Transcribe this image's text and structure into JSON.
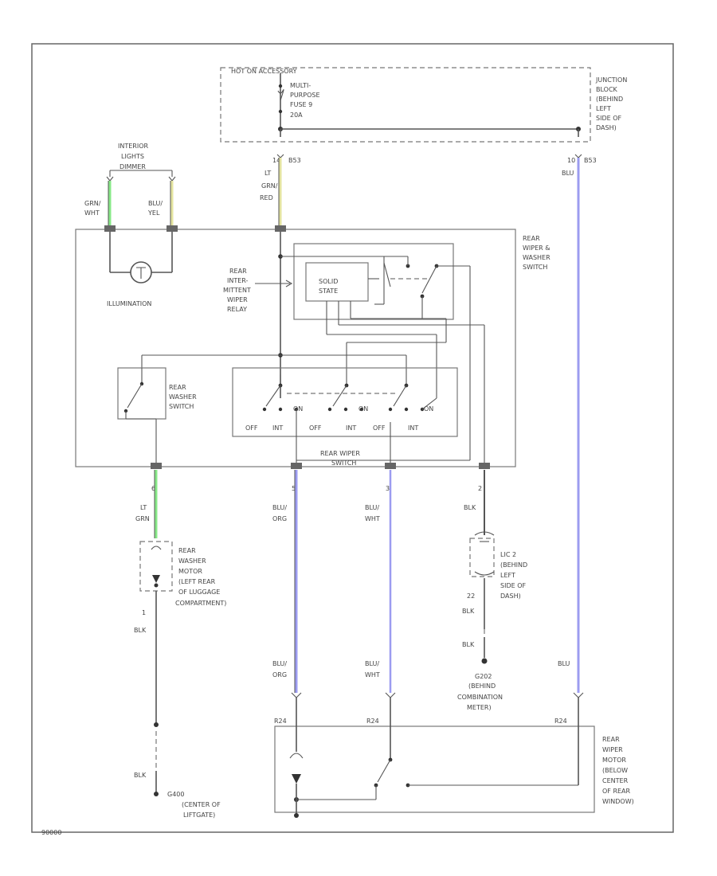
{
  "junction": {
    "header": "HOT ON ACCESSORY",
    "fuse": [
      "MULTI-",
      "PURPOSE",
      "FUSE 9",
      "20A"
    ],
    "name": [
      "JUNCTION",
      "BLOCK",
      "(BEHIND",
      "LEFT",
      "SIDE OF",
      "DASH)"
    ],
    "pin_left": "14",
    "pin_left_conn": "B53",
    "pin_right": "10",
    "pin_right_conn": "B53"
  },
  "interior_lights": {
    "name": [
      "INTERIOR",
      "LIGHTS",
      "DIMMER"
    ]
  },
  "wires": {
    "grn_wht": [
      "GRN/",
      "WHT"
    ],
    "blu_yel": [
      "BLU/",
      "YEL"
    ],
    "lt_grn_red": [
      "LT",
      "GRN/",
      "RED"
    ],
    "blu_right": "BLU",
    "lt_grn": [
      "LT",
      "GRN"
    ],
    "blu_org": [
      "BLU/",
      "ORG"
    ],
    "blu_wht": [
      "BLU/",
      "WHT"
    ],
    "blk": "BLK",
    "blk2": "BLK",
    "blk3": "BLK",
    "blk4": "BLK",
    "blk5": "BLK",
    "blu_org2": [
      "BLU/",
      "ORG"
    ],
    "blu_wht2": [
      "BLU/",
      "WHT"
    ],
    "blu_bottom": "BLU"
  },
  "switch_assy": {
    "name": [
      "REAR",
      "WIPER &",
      "WASHER",
      "SWITCH"
    ],
    "illumination": "ILLUMINATION",
    "relay_label": [
      "REAR",
      "INTER-",
      "MITTENT",
      "WIPER",
      "RELAY"
    ],
    "solid_state": [
      "SOLID",
      "STATE"
    ],
    "washer_sw": [
      "REAR",
      "WASHER",
      "SWITCH"
    ],
    "wiper_sw": [
      "REAR WIPER",
      "SWITCH"
    ],
    "positions": [
      "OFF",
      "INT",
      "ON",
      "OFF",
      "INT",
      "ON",
      "OFF",
      "INT",
      "ON"
    ],
    "pins": [
      "6",
      "5",
      "3",
      "2"
    ]
  },
  "washer_motor": {
    "name": [
      "REAR",
      "WASHER",
      "MOTOR",
      "(LEFT REAR",
      "OF LUGGAGE",
      "COMPARTMENT)"
    ],
    "pin": "1"
  },
  "ground_c": {
    "name": [
      "LIC 2",
      "(BEHIND",
      "LEFT",
      "SIDE OF",
      "DASH)"
    ],
    "pin": "22"
  },
  "ground_g202": {
    "name": [
      "G202",
      "(BEHIND",
      "COMBINATION",
      "METER)"
    ]
  },
  "ground_g400": {
    "name": [
      "G400",
      "(CENTER OF",
      "LIFTGATE)"
    ]
  },
  "wiper_motor": {
    "name": [
      "REAR",
      "WIPER",
      "MOTOR",
      "(BELOW",
      "CENTER",
      "OF REAR",
      "WINDOW)"
    ],
    "conn": [
      "R24",
      "R24",
      "R24"
    ]
  },
  "figure_id": "90000",
  "colors": {
    "green": "#88e888",
    "yellow": "#e4e4a0",
    "blue": "#9c9cf0"
  }
}
